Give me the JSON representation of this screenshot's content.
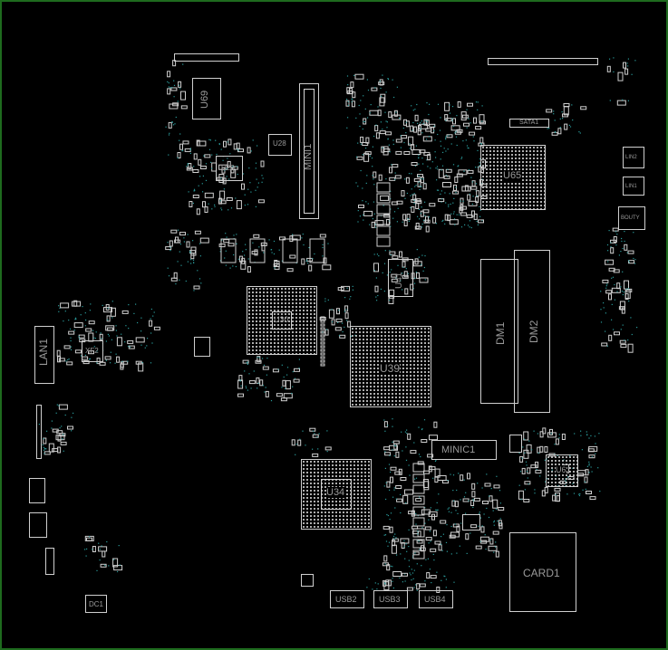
{
  "theme": {
    "background": "#000000",
    "outline": "#cfcfcf",
    "label": "#9a9a9a",
    "via_dots": "#2a9a9a",
    "border": "#1e6b1e"
  },
  "refdes": {
    "u69": "U69",
    "u28": "U28",
    "u23": "U23",
    "mini1": "MINI1",
    "u65": "U65",
    "sata1": "SATA1",
    "lin2": "LIN2",
    "lin1": "LIN1",
    "bouty": "BOUTY",
    "u41": "U41",
    "u30": "U30",
    "u39": "U39",
    "dm1": "DM1",
    "dm2": "DM2",
    "lan1": "LAN1",
    "xf2": "XF2",
    "minic1": "MINIC1",
    "u6": "U6",
    "u34": "U34",
    "card1": "CARD1",
    "dc1": "DC1",
    "usb2": "USB2",
    "usb3": "USB3",
    "usb4": "USB4"
  }
}
